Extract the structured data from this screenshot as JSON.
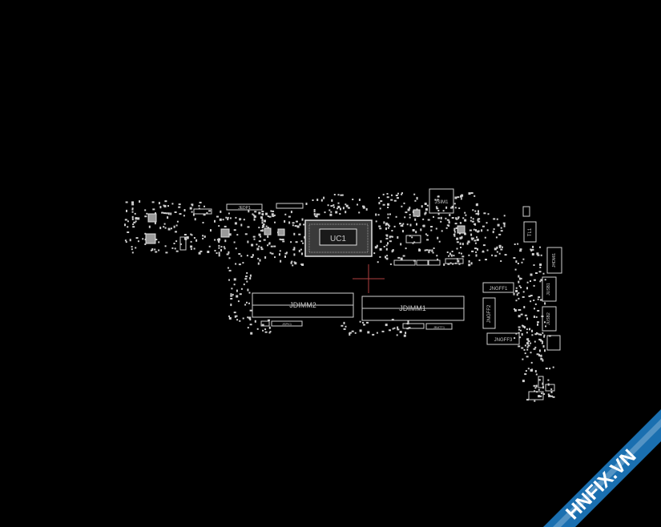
{
  "viewer": {
    "background": "#000000",
    "part_color": "#d0d0d0",
    "cursor_color": "#b04040"
  },
  "board": {
    "components": {
      "cpu": "UC1",
      "dimm_left": "JDIMM2",
      "dimm_right": "JDIMM1",
      "sim": "JSIM1",
      "edp": "JEDP1",
      "ngff1": "JNGFF1",
      "ngff2": "JNGFF2",
      "ngff3": "JNGFF3",
      "hdmi": "JHDMI1",
      "usb1": "JUSB1",
      "usb2": "JUSB2",
      "tl1": "TL1",
      "jspk": "JSPK1",
      "jbatt": "JBATT1"
    }
  },
  "watermark": {
    "text": "HNFIX.VN",
    "colors": [
      "#1a6fb0",
      "#ffffff"
    ]
  }
}
